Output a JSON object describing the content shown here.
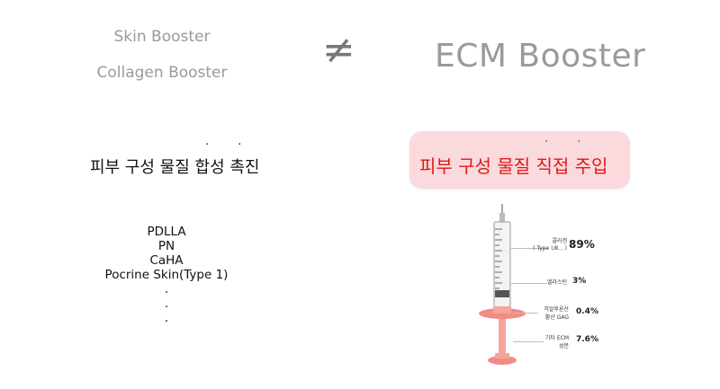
{
  "left_top": {
    "line1": "Skin Booster",
    "line2": "Collagen Booster"
  },
  "not_equal": "≠",
  "right_title": "ECM Booster",
  "left_heading": {
    "dots": "· ·",
    "text": "피부 구성 물질 합성 촉진"
  },
  "right_heading": {
    "dots": "· ·",
    "text": "피부 구성 물질 직접 주입"
  },
  "ingredients": [
    "PDLLA",
    "PN",
    "CaHA",
    "Pocrine Skin(Type 1)"
  ],
  "more_dots": [
    ".",
    ".",
    "."
  ],
  "composition": [
    {
      "label": "콜라겐",
      "sublabel": "( Type Ⅰ,Ⅲ... )",
      "value": "89%"
    },
    {
      "label": "엘라스틴",
      "sublabel": "",
      "value": "3%"
    },
    {
      "label": "히알루론산",
      "sublabel": "황산 GAG",
      "value": "0.4%"
    },
    {
      "label": "기타 ECM",
      "sublabel": "성분",
      "value": "7.6%"
    }
  ],
  "colors": {
    "highlight_bg": "#fadadd",
    "highlight_text": "#e01818",
    "muted_text": "#9a9a9a",
    "syringe_pink": "#f08c84"
  }
}
